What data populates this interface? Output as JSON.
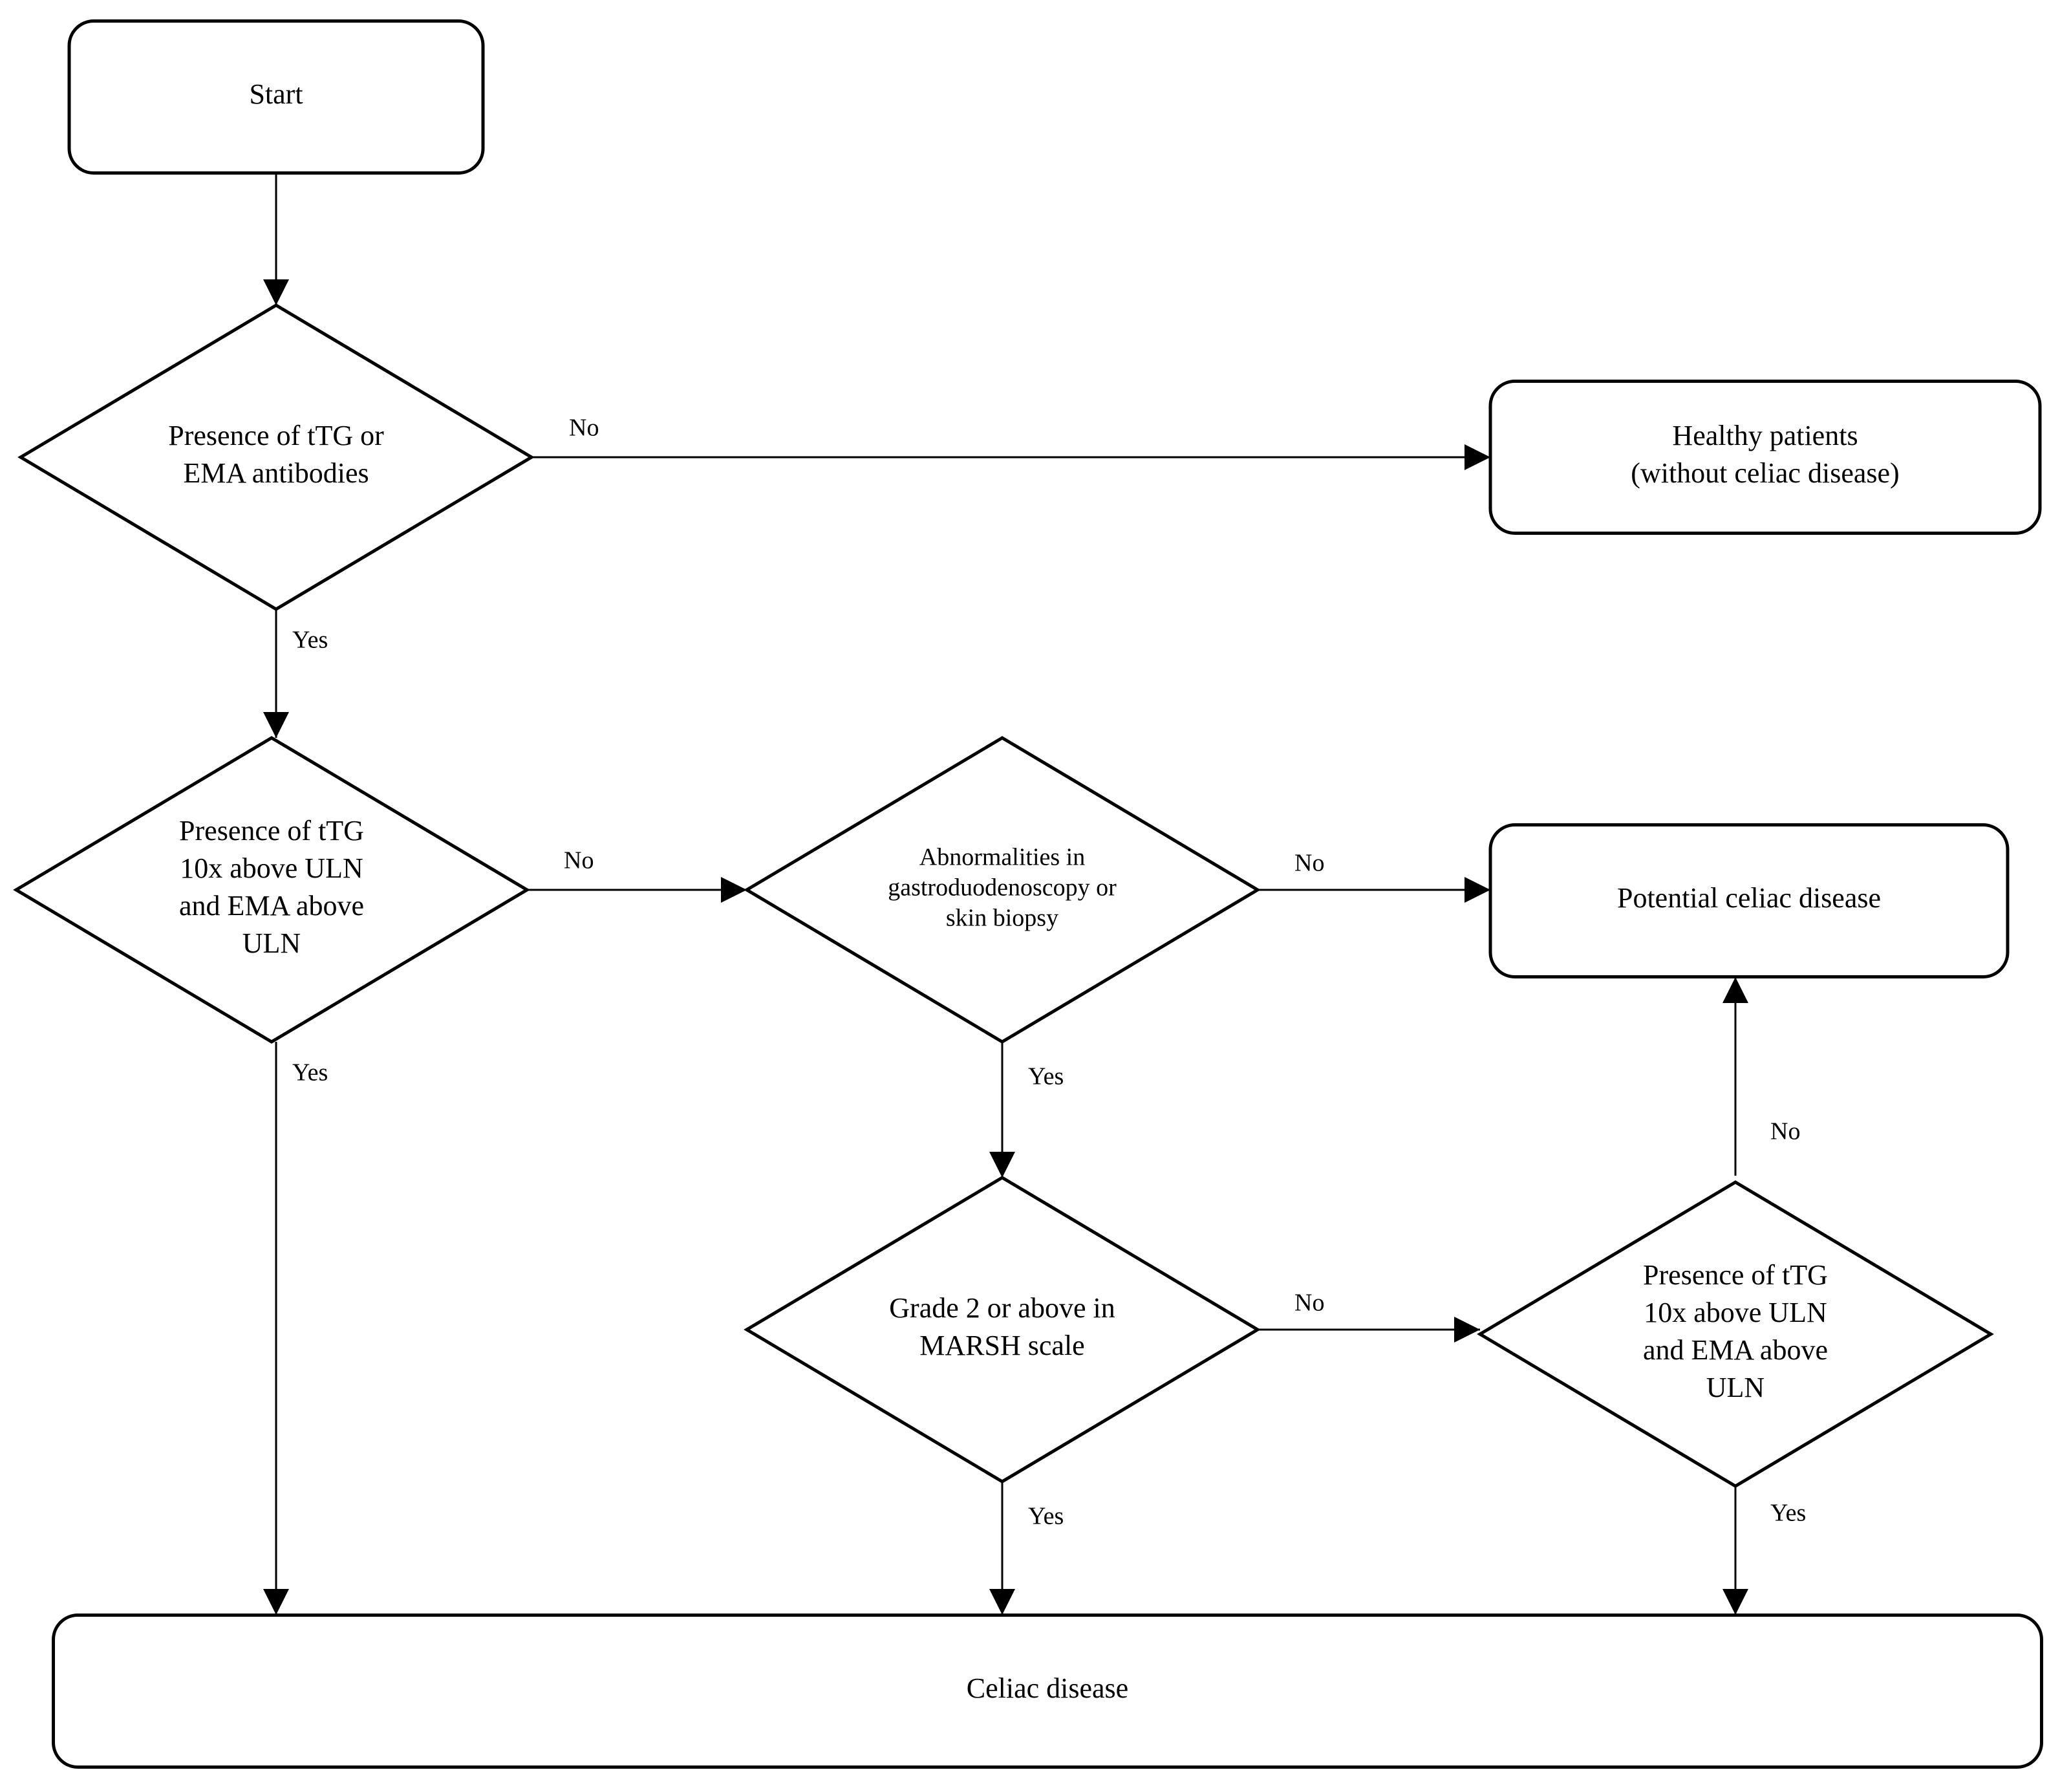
{
  "nodes": [
    {
      "id": "start",
      "shape": "rounded",
      "lines": [
        "Start"
      ]
    },
    {
      "id": "q1",
      "shape": "diamond",
      "lines": [
        "Presence of tTG or",
        "EMA antibodies"
      ]
    },
    {
      "id": "healthy",
      "shape": "rounded",
      "lines": [
        "Healthy patients",
        "(without celiac disease)"
      ]
    },
    {
      "id": "q2",
      "shape": "diamond",
      "lines": [
        "Presence of tTG",
        "10x above ULN",
        "and EMA above",
        "ULN"
      ]
    },
    {
      "id": "q3",
      "shape": "diamond",
      "lines": [
        "Abnormalities in",
        "gastroduodenoscopy or",
        "skin biopsy"
      ]
    },
    {
      "id": "potential",
      "shape": "rounded",
      "lines": [
        "Potential celiac disease"
      ]
    },
    {
      "id": "q4",
      "shape": "diamond",
      "lines": [
        "Grade 2 or above in",
        "MARSH scale"
      ]
    },
    {
      "id": "q5",
      "shape": "diamond",
      "lines": [
        "Presence of tTG",
        "10x above ULN",
        "and EMA above",
        "ULN"
      ]
    },
    {
      "id": "celiac",
      "shape": "rounded",
      "lines": [
        "Celiac disease"
      ]
    }
  ],
  "edges": [
    {
      "from": "start",
      "to": "q1",
      "label": ""
    },
    {
      "from": "q1",
      "to": "healthy",
      "label": "No"
    },
    {
      "from": "q1",
      "to": "q2",
      "label": "Yes"
    },
    {
      "from": "q2",
      "to": "q3",
      "label": "No"
    },
    {
      "from": "q2",
      "to": "celiac",
      "label": "Yes"
    },
    {
      "from": "q3",
      "to": "potential",
      "label": "No"
    },
    {
      "from": "q3",
      "to": "q4",
      "label": "Yes"
    },
    {
      "from": "q4",
      "to": "q5",
      "label": "No"
    },
    {
      "from": "q4",
      "to": "celiac",
      "label": "Yes"
    },
    {
      "from": "q5",
      "to": "potential",
      "label": "No"
    },
    {
      "from": "q5",
      "to": "celiac",
      "label": "Yes"
    }
  ]
}
